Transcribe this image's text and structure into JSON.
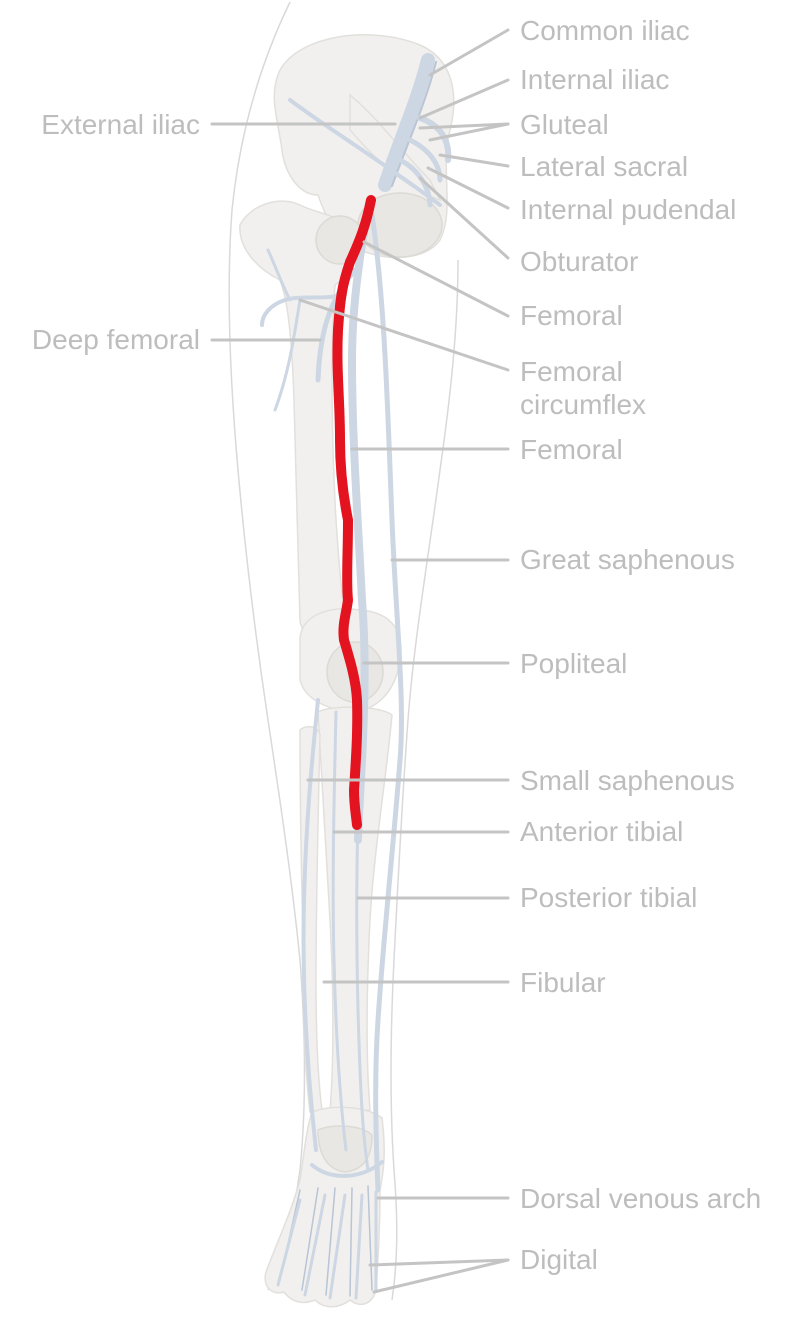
{
  "labels": {
    "common_iliac": "Common iliac",
    "internal_iliac": "Internal iliac",
    "gluteal": "Gluteal",
    "lateral_sacral": "Lateral sacral",
    "internal_pudendal": "Internal pudendal",
    "obturator": "Obturator",
    "femoral_upper": "Femoral",
    "femoral_circumflex_1": "Femoral",
    "femoral_circumflex_2": "circumflex",
    "femoral_lower": "Femoral",
    "great_saphenous": "Great saphenous",
    "popliteal": "Popliteal",
    "small_saphenous": "Small saphenous",
    "anterior_tibial": "Anterior tibial",
    "posterior_tibial": "Posterior tibial",
    "fibular": "Fibular",
    "dorsal_venous_arch": "Dorsal venous arch",
    "digital": "Digital",
    "external_iliac": "External iliac",
    "deep_femoral": "Deep femoral"
  },
  "colors": {
    "highlight": "#e3141f",
    "label_text": "#bdbdbd",
    "leader_line": "#c4c4c4",
    "vein": "#cdd6e3",
    "bone": "#f1f0ee"
  }
}
